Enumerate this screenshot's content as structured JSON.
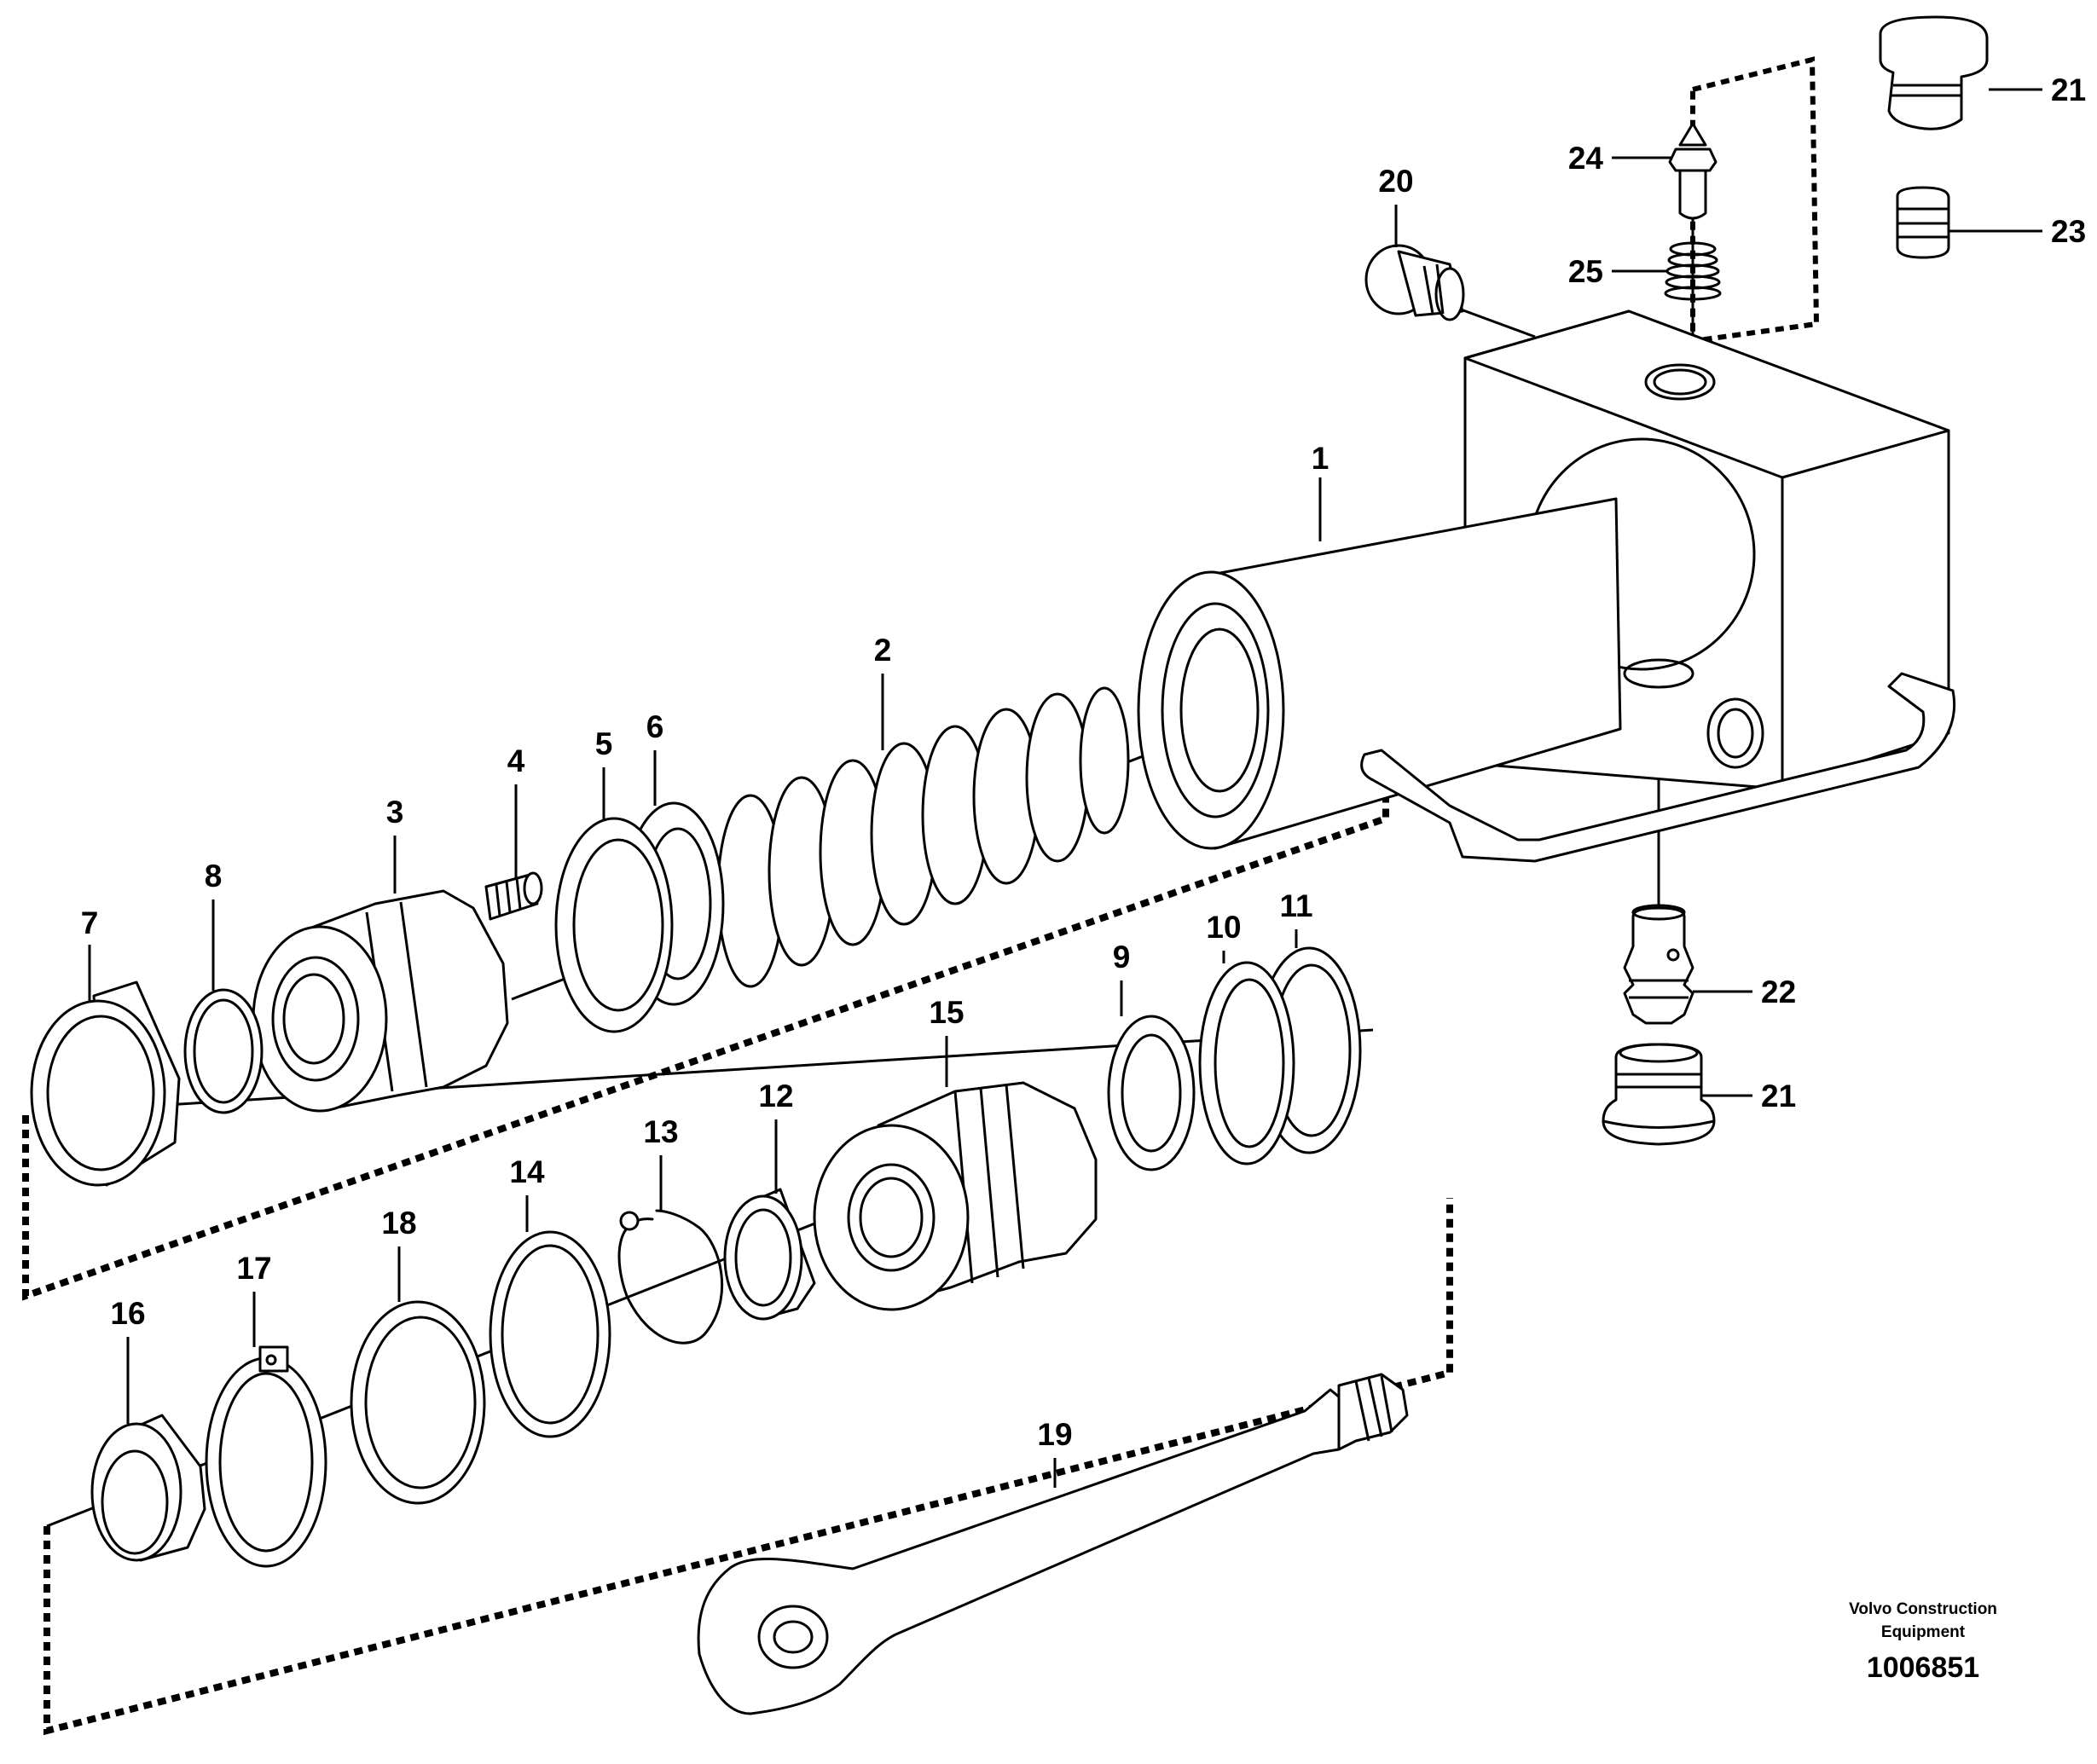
{
  "labels": [
    "1",
    "2",
    "3",
    "4",
    "5",
    "6",
    "7",
    "8",
    "9",
    "10",
    "11",
    "12",
    "13",
    "14",
    "15",
    "16",
    "17",
    "18",
    "19",
    "20",
    "21",
    "22",
    "23",
    "24",
    "25"
  ],
  "footer": {
    "brand_line1": "Volvo Construction",
    "brand_line2": "Equipment",
    "doc_number": "1006851"
  }
}
